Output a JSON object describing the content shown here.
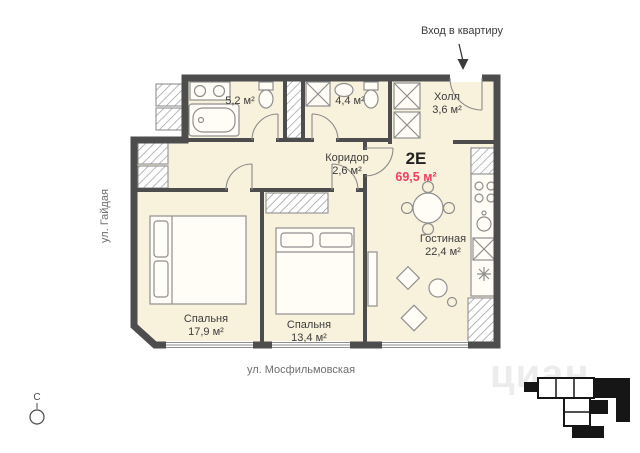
{
  "annotations": {
    "entrance": "Вход в квартиру",
    "street_left": "ул. Гайдая",
    "street_bottom": "ул. Мосфильмовская",
    "compass_north": "С",
    "watermark": "циан"
  },
  "apartment": {
    "type_label": "2Е",
    "total_area": "69,5 м²"
  },
  "rooms": {
    "bathroom_large": {
      "area": "5,2 м²"
    },
    "bathroom_small": {
      "area": "4,4 м²"
    },
    "hall": {
      "name": "Холл",
      "area": "3,6 м²"
    },
    "corridor": {
      "name": "Коридор",
      "area": "2,6 м²"
    },
    "living_kitchen": {
      "name": "Гостиная",
      "area": "22,4 м²"
    },
    "bedroom_1": {
      "name": "Спальня",
      "area": "17,9 м²"
    },
    "bedroom_2": {
      "name": "Спальня",
      "area": "13,4 м²"
    }
  },
  "colors": {
    "floor_fill": "#f8f1dc",
    "wall": "#4d4d4d",
    "accent_area": "#ee3d5e"
  }
}
